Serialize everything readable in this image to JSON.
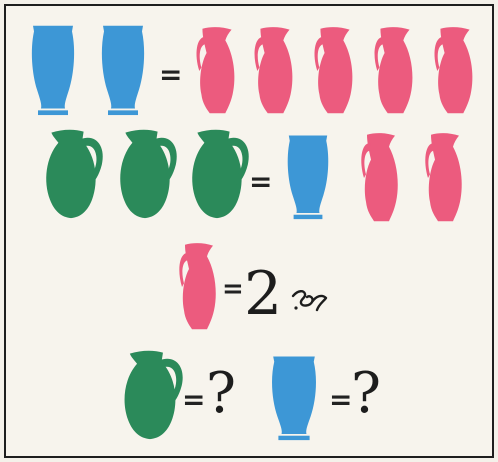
{
  "colors": {
    "blue": "#3d97d6",
    "pink": "#ec5b7e",
    "green": "#2b8a5a",
    "ink": "#1d1d1d"
  },
  "row1": {
    "left": [
      "blue",
      "blue"
    ],
    "equals": "=",
    "right": [
      "pink",
      "pink",
      "pink",
      "pink",
      "pink"
    ]
  },
  "row2": {
    "left": [
      "green",
      "green",
      "green"
    ],
    "equals": "=",
    "right": [
      "blue",
      "pink",
      "pink"
    ]
  },
  "row3": {
    "item": "pink",
    "equals": "=",
    "value": "2",
    "unit_icon": "currency-symbol-icon"
  },
  "row4": [
    {
      "item": "green",
      "equals": "=",
      "answer": "?"
    },
    {
      "item": "blue",
      "equals": "=",
      "answer": "?"
    }
  ],
  "icons": {
    "blue": "blue-vase-icon",
    "pink": "pink-pitcher-icon",
    "green": "green-jug-icon"
  }
}
